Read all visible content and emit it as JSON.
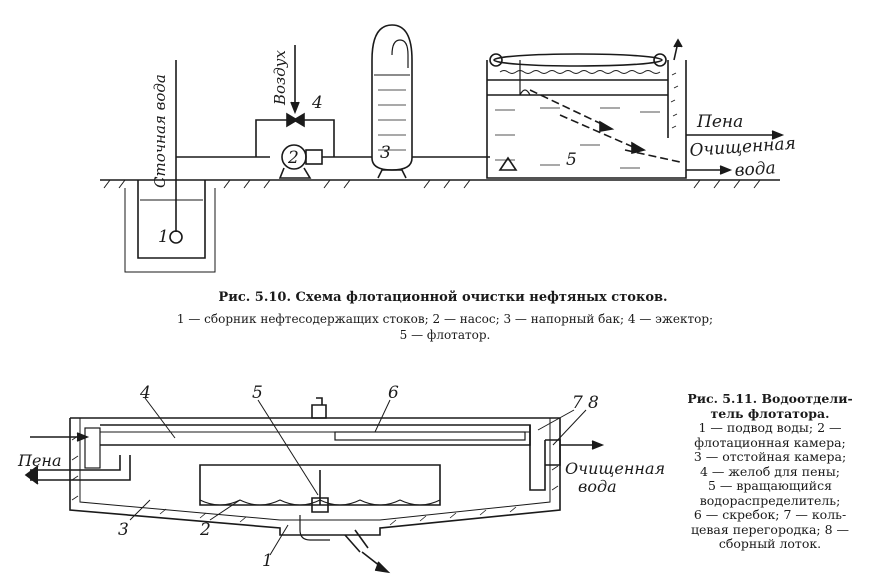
{
  "figure_5_10": {
    "labels": {
      "wastewater": "Сточная вода",
      "air": "Воздух",
      "foam": "Пена",
      "treated_water_1": "Очищенная",
      "treated_water_2": "вода"
    },
    "numbers": [
      "1",
      "2",
      "3",
      "4",
      "5"
    ],
    "caption_title": "Рис. 5.10. Схема флотационной очистки нефтяных стоков.",
    "caption_legend_line1": "1 — сборник нефтесодержащих стоков; 2 — насос; 3 — напорный бак; 4 — эжектор;",
    "caption_legend_line2": "5 — флотатор."
  },
  "figure_5_11": {
    "labels": {
      "foam": "Пена",
      "treated_water_1": "Очищенная",
      "treated_water_2": "вода"
    },
    "numbers": [
      "1",
      "2",
      "3",
      "4",
      "5",
      "6",
      "7",
      "8"
    ],
    "caption_title_line1": "Рис. 5.11. Водоотдели-",
    "caption_title_line2": "тель флотатора.",
    "caption_legend": [
      "1 — подвод воды; 2 —",
      "флотационная камера;",
      "3 — отстойная камера;",
      "4 — желоб для пены;",
      "5 — вращающийся",
      "водораспределитель;",
      "6 — скребок; 7 — коль-",
      "цевая перегородка; 8 —",
      "сборный лоток."
    ]
  }
}
